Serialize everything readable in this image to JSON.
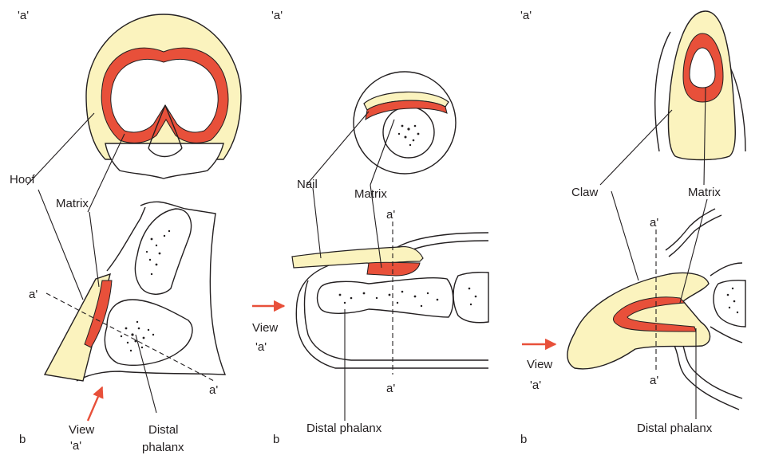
{
  "colors": {
    "keratin": "#fbf3be",
    "matrix": "#e8503a",
    "arrow": "#e8503a",
    "ink": "#231f20"
  },
  "panels": [
    {
      "id": "hoof",
      "view_marker": "'a'",
      "structure_label": "Hoof",
      "matrix_label": "Matrix",
      "section_a1": "a'",
      "section_a2": "a'",
      "view_line1": "View",
      "view_line2": "'a'",
      "bone_line1": "Distal",
      "bone_line2": "phalanx",
      "panel_letter": "b"
    },
    {
      "id": "nail",
      "view_marker": "'a'",
      "structure_label": "Nail",
      "matrix_label": "Matrix",
      "section_a1": "a'",
      "section_a2": "a'",
      "view_line1": "View",
      "view_line2": "'a'",
      "bone_label": "Distal phalanx",
      "panel_letter": "b"
    },
    {
      "id": "claw",
      "view_marker": "'a'",
      "structure_label": "Claw",
      "matrix_label": "Matrix",
      "section_a1": "a'",
      "section_a2": "a'",
      "view_line1": "View",
      "view_line2": "'a'",
      "bone_label": "Distal phalanx",
      "panel_letter": "b"
    }
  ]
}
